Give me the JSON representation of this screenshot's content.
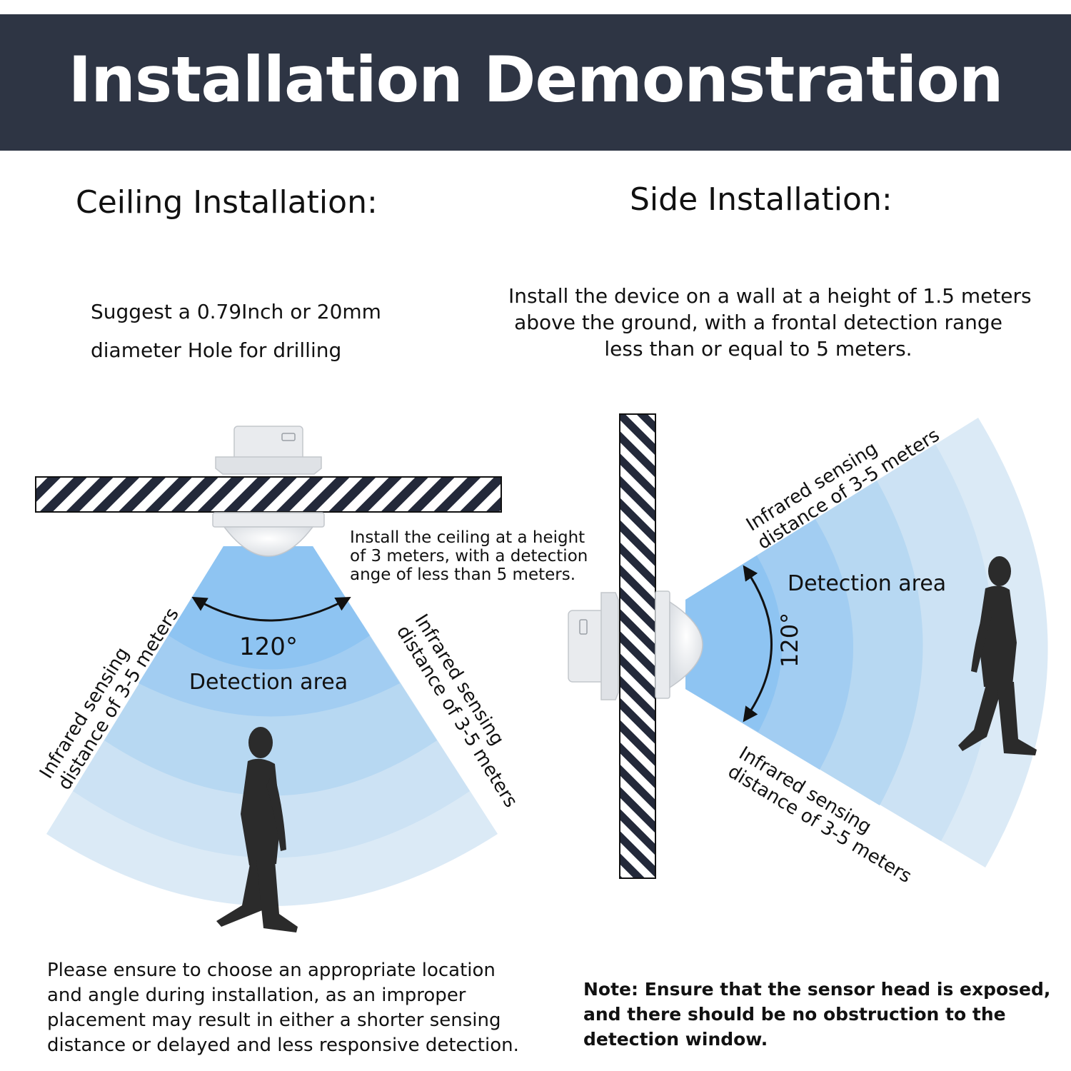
{
  "title": "Installation Demonstration",
  "ceiling": {
    "heading": "Ceiling Installation:",
    "drill_note": [
      "Suggest a 0.79Inch or 20mm",
      "diameter Hole for drilling"
    ],
    "height_note": [
      "Install the ceiling at a height",
      "of 3 meters, with a detection",
      "ange of less than 5 meters."
    ],
    "angle_label": "120°",
    "area_label": "Detection area",
    "left_sensing": [
      "Infrared sensing",
      "distance of 3-5 meters"
    ],
    "right_sensing": [
      "Infrared sensing",
      "distance of 3-5 meters"
    ],
    "advice": [
      "Please ensure to choose an appropriate location",
      "and angle during installation, as an improper",
      "placement may result in either a shorter sensing",
      "distance or delayed and less responsive detection."
    ]
  },
  "side": {
    "heading": "Side Installation:",
    "description": [
      "Install the device on a wall at a height of 1.5 meters",
      "above the ground, with a frontal detection range",
      "less than or equal to 5 meters."
    ],
    "area_label": "Detection area",
    "angle_label": "120°",
    "top_sensing": [
      "Infrared sensing",
      "distance of 3-5 meters"
    ],
    "bottom_sensing": [
      "Infrared sensing",
      "distance of 3-5 meters"
    ],
    "note": [
      "Note: Ensure that the sensor head is exposed,",
      "and there should be no obstruction to the",
      "detection window."
    ]
  },
  "colors": {
    "banner": "#2e3544",
    "zone_1": "#8ec4f2",
    "zone_2": "#a2cdf2",
    "zone_3": "#b7d8f2",
    "zone_4": "#cce2f4",
    "zone_5": "#dbeaf6",
    "silhouette": "#2b2b2b"
  }
}
